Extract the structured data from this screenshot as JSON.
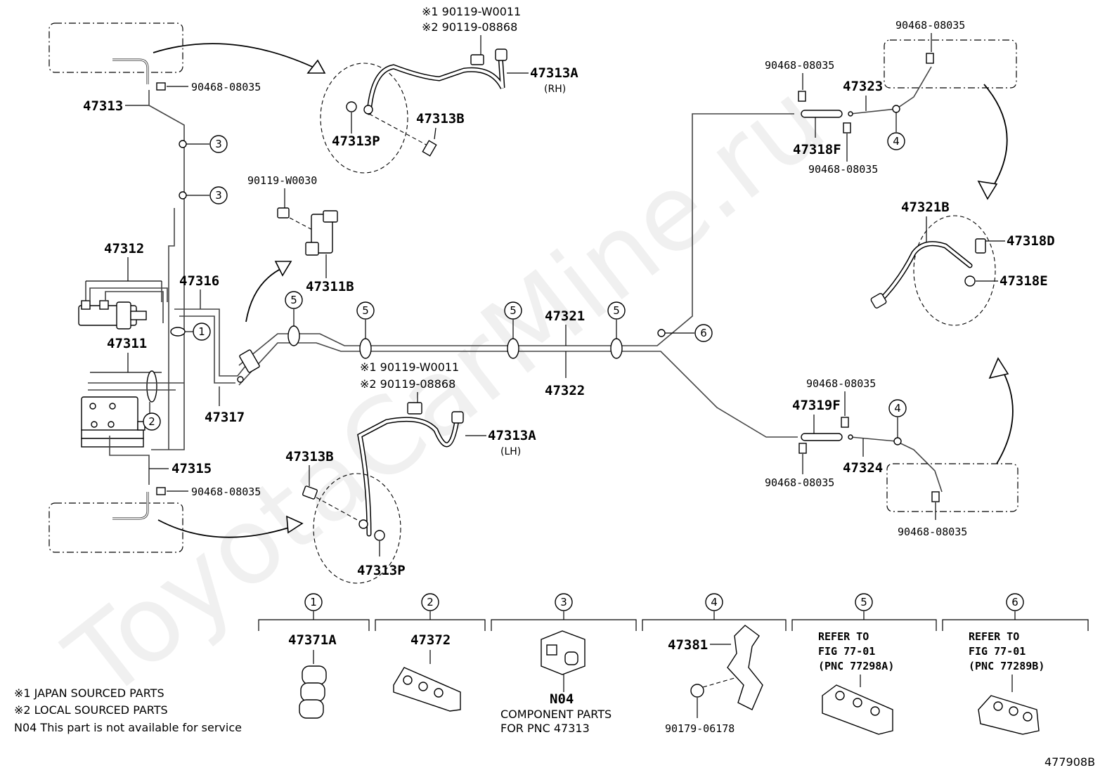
{
  "watermark": "ToyotaCarMine.ru",
  "figure_id": "477908B",
  "labels": {
    "p47313": "47313",
    "p90468_tl": "90468-08035",
    "p47313A_rh": "47313A",
    "rh": "(RH)",
    "note1_top": "※1 90119-W0011",
    "note2_top": "※2 90119-08868",
    "p47313B_top": "47313B",
    "p47313P_top": "47313P",
    "p90119_w0030": "90119-W0030",
    "p47311B": "47311B",
    "p47312": "47312",
    "p47316": "47316",
    "p47311": "47311",
    "p47317": "47317",
    "p47321": "47321",
    "p47322": "47322",
    "note1_mid": "※1 90119-W0011",
    "note2_mid": "※2 90119-08868",
    "p47313A_lh": "47313A",
    "lh": "(LH)",
    "p47313B_bot": "47313B",
    "p47313P_bot": "47313P",
    "p47315": "47315",
    "p90468_bl": "90468-08035",
    "p90468_tr_top": "90468-08035",
    "p90468_tr_left": "90468-08035",
    "p47323": "47323",
    "p47318F": "47318F",
    "p90468_tr_below": "90468-08035",
    "p47321B": "47321B",
    "p47318D": "47318D",
    "p47318E": "47318E",
    "p90468_br_top": "90468-08035",
    "p47319F": "47319F",
    "p47324": "47324",
    "p90468_br_left": "90468-08035",
    "p90468_br_bottom": "90468-08035"
  },
  "callouts": [
    "1",
    "2",
    "3",
    "4",
    "5",
    "6"
  ],
  "legend": {
    "panels": [
      {
        "num": "1",
        "part": "47371A"
      },
      {
        "num": "2",
        "part": "47372"
      },
      {
        "num": "3",
        "part": "N04",
        "desc1": "COMPONENT PARTS",
        "desc2": "FOR PNC 47313"
      },
      {
        "num": "4",
        "part": "47381",
        "part2": "90179-06178"
      },
      {
        "num": "5",
        "ref1": "REFER TO",
        "ref2": "FIG 77-01",
        "ref3": "(PNC 77298A)"
      },
      {
        "num": "6",
        "ref1": "REFER TO",
        "ref2": "FIG 77-01",
        "ref3": "(PNC 77289B)"
      }
    ]
  },
  "notes": {
    "n1": "※1 JAPAN SOURCED PARTS",
    "n2": "※2 LOCAL SOURCED PARTS",
    "n3": "N04 This part is not available for service"
  },
  "colors": {
    "line": "#000000",
    "pipe": "#444444",
    "background": "#ffffff"
  }
}
